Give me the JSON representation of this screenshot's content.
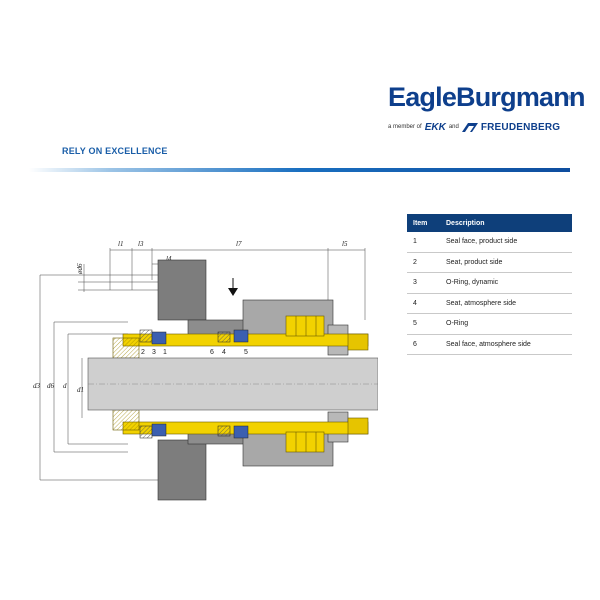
{
  "header": {
    "logo_text": "EagleBurgmann",
    "logo_reg": "®",
    "member_prefix": "a member of",
    "member_ekk": "EKK",
    "member_and": "and",
    "member_freudenberg": "FREUDENBERG",
    "tagline": "RELY ON EXCELLENCE"
  },
  "colors": {
    "brand_blue": "#0e3f8c",
    "table_header": "#0e3f7a",
    "yellow_part": "#f2d200",
    "steel_gray": "#8a8a8a",
    "shaft_gray": "#c8c8c8",
    "oring_blue": "#3b5fb0"
  },
  "table": {
    "headers": [
      "Item",
      "Description"
    ],
    "rows": [
      {
        "item": "1",
        "description": "Seal face, product side"
      },
      {
        "item": "2",
        "description": "Seat, product side"
      },
      {
        "item": "3",
        "description": "O-Ring, dynamic"
      },
      {
        "item": "4",
        "description": "Seat, atmosphere side"
      },
      {
        "item": "5",
        "description": "O-Ring"
      },
      {
        "item": "6",
        "description": "Seal face, atmosphere side"
      }
    ]
  },
  "drawing": {
    "dims_top": [
      "l1",
      "l3",
      "l7",
      "l5",
      "l4"
    ],
    "dims_left": [
      "d3",
      "d6",
      "d",
      "d1",
      "ød6"
    ],
    "callouts": [
      "2",
      "3",
      "1",
      "6",
      "4",
      "5"
    ]
  }
}
